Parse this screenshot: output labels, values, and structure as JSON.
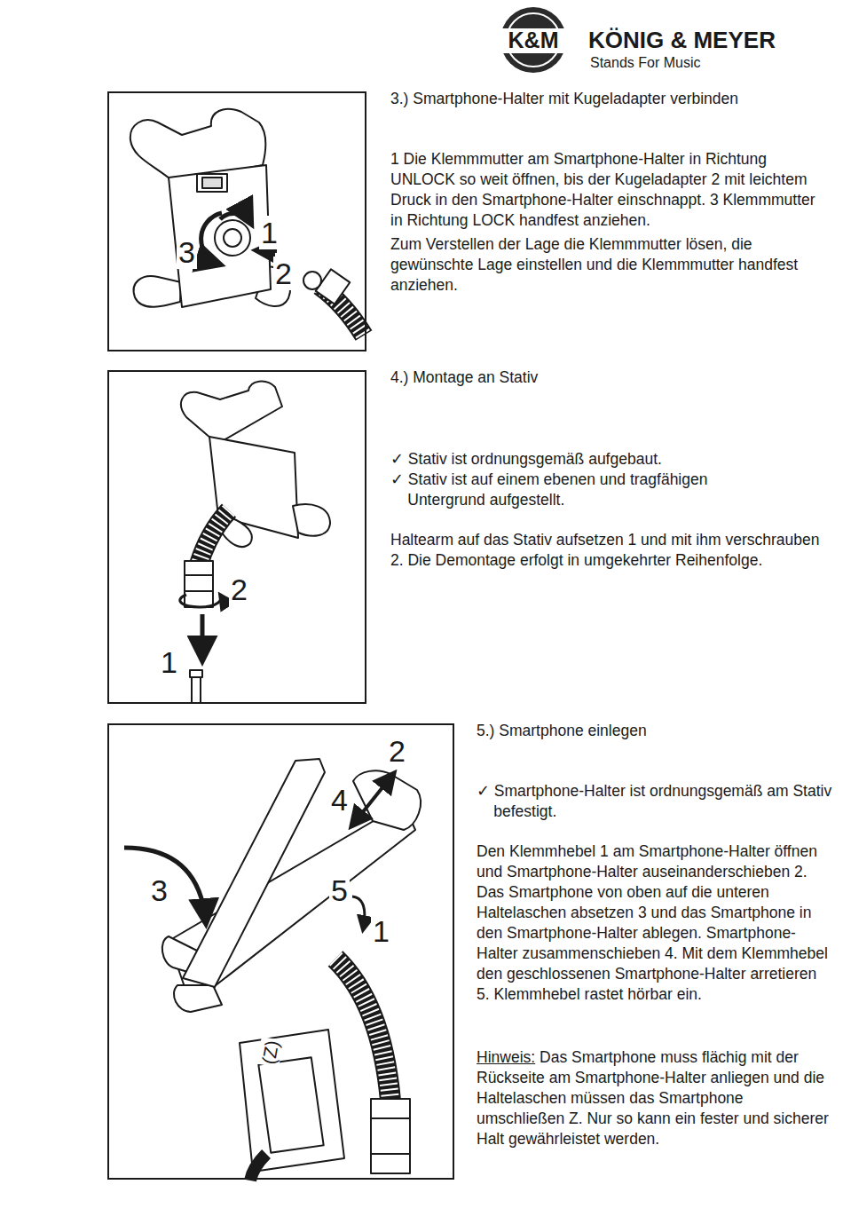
{
  "diagram": {
    "nodes": [
      {
        "text": [
          "3",
          "1",
          "2"
        ]
      },
      {
        "text": [
          "2",
          "1"
        ]
      },
      {
        "text": [
          "2",
          "4",
          "3",
          "5",
          "1",
          "(Z)"
        ]
      }
    ],
    "labels": [
      "K&M",
      "KÖNIG & MEYER",
      "Stands For Music",
      "3.) Smartphone-Halter mit Kugeladapter verbinden",
      "1 Die Klemmmutter am Smartphone-Halter in Richtung UNLOCK so weit öffnen, bis der Kugeladapter 2 mit leichtem Druck in den Smartphone-Halter einschnappt. 3 Klemmmutter in Richtung LOCK handfest anziehen.",
      "Zum Verstellen der Lage die Klemmmutter lösen, die gewünschte Lage einstellen und die Klemmmutter handfest anziehen.",
      "4.) Montage an Stativ",
      "✓ Stativ ist ordnungsgemäß aufgebaut.",
      "✓ Stativ ist auf einem ebenen und tragfähigen Untergrund aufgestellt.",
      "Haltearm auf das Stativ aufsetzen 1 und mit ihm verschrauben 2. Die Demontage erfolgt in umgekehrter Reihenfolge.",
      "5.) Smartphone einlegen",
      "✓ Smartphone-Halter ist ordnungsgemäß am Stativ befestigt.",
      "Den Klemmhebel 1 am Smartphone-Halter öffnen und Smartphone-Halter auseinanderschieben 2. Das Smartphone von oben auf die unteren Haltelaschen absetzen 3 und das Smartphone in den Smartphone-Halter ablegen. Smartphone-Halter zusammenschieben 4. Mit dem Klemmhebel den geschlossenen Smartphone-Halter arretieren 5. Klemmhebel rastet hörbar ein.",
      "Hinweis:",
      "Das Smartphone muss flächig mit der Rückseite am Smartphone-Halter anliegen und die Haltelaschen müssen das Smartphone umschließen Z. Nur so kann ein fester und sicherer Halt gewährleistet werden."
    ]
  }
}
